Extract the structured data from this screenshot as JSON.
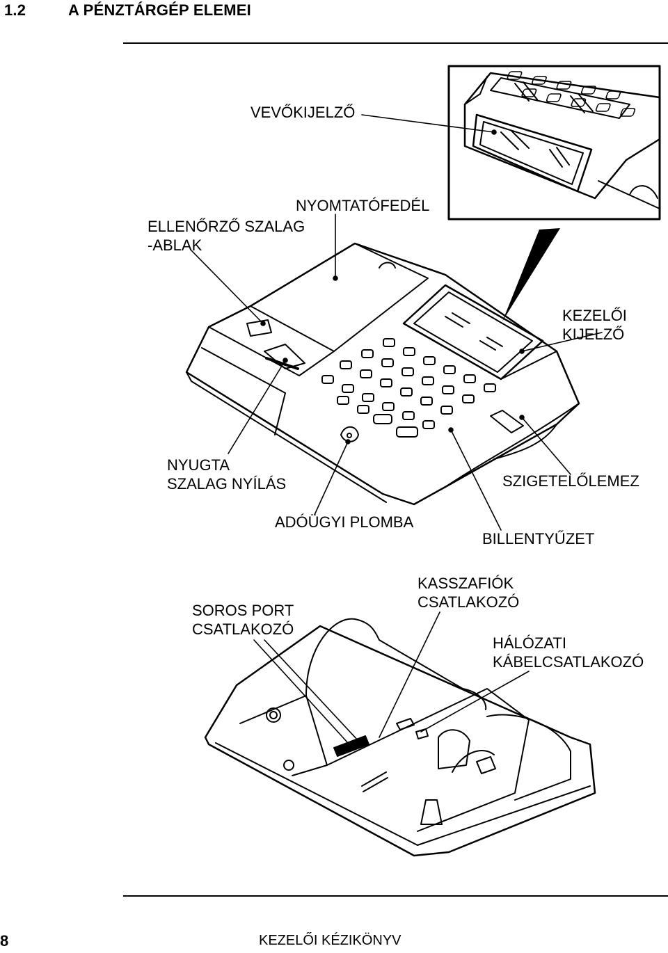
{
  "header": {
    "section_number": "1.2",
    "section_title": "A PÉNZTÁRGÉP ELEMEI"
  },
  "labels": {
    "customer_display": "VEVŐKIJELZŐ",
    "printer_cover": "NYOMTATÓFEDÉL",
    "journal_window": "ELLENŐRZŐ SZALAG\n-ABLAK",
    "operator_display": "KEZELŐI\nKIJELZŐ",
    "receipt_slot": "NYUGTA\nSZALAG NYÍLÁS",
    "insulating_plate": "SZIGETELŐLEMEZ",
    "fiscal_seal": "ADÓÜGYI PLOMBA",
    "keyboard": "BILLENTYŰZET",
    "serial_port": "SOROS PORT\nCSATLAKOZÓ",
    "drawer_connector": "KASSZAFIÓK\nCSATLAKOZÓ",
    "power_connector": "HÁLÓZATI\nKÁBELCSATLAKOZÓ"
  },
  "footer": {
    "page_number": "8",
    "manual_title": "KEZELŐI KÉZIKÖNYV"
  }
}
